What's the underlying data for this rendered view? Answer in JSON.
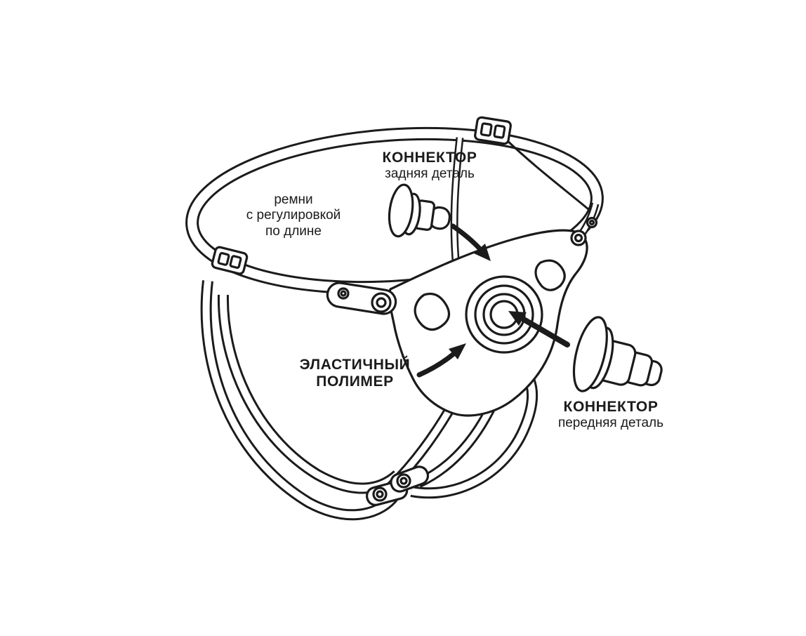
{
  "diagram": {
    "labels": {
      "rear_connector_title": "КОННЕКТОР",
      "rear_connector_subtitle": "задняя деталь",
      "straps_line1": "ремни",
      "straps_line2": "с регулировкой",
      "straps_line3": "по длине",
      "polymer_line1": "ЭЛАСТИЧНЫЙ",
      "polymer_line2": "ПОЛИМЕР",
      "front_connector_title": "КОННЕКТОР",
      "front_connector_subtitle": "передняя деталь"
    },
    "colors": {
      "line": "#1b1b1b",
      "background": "#ffffff"
    }
  }
}
